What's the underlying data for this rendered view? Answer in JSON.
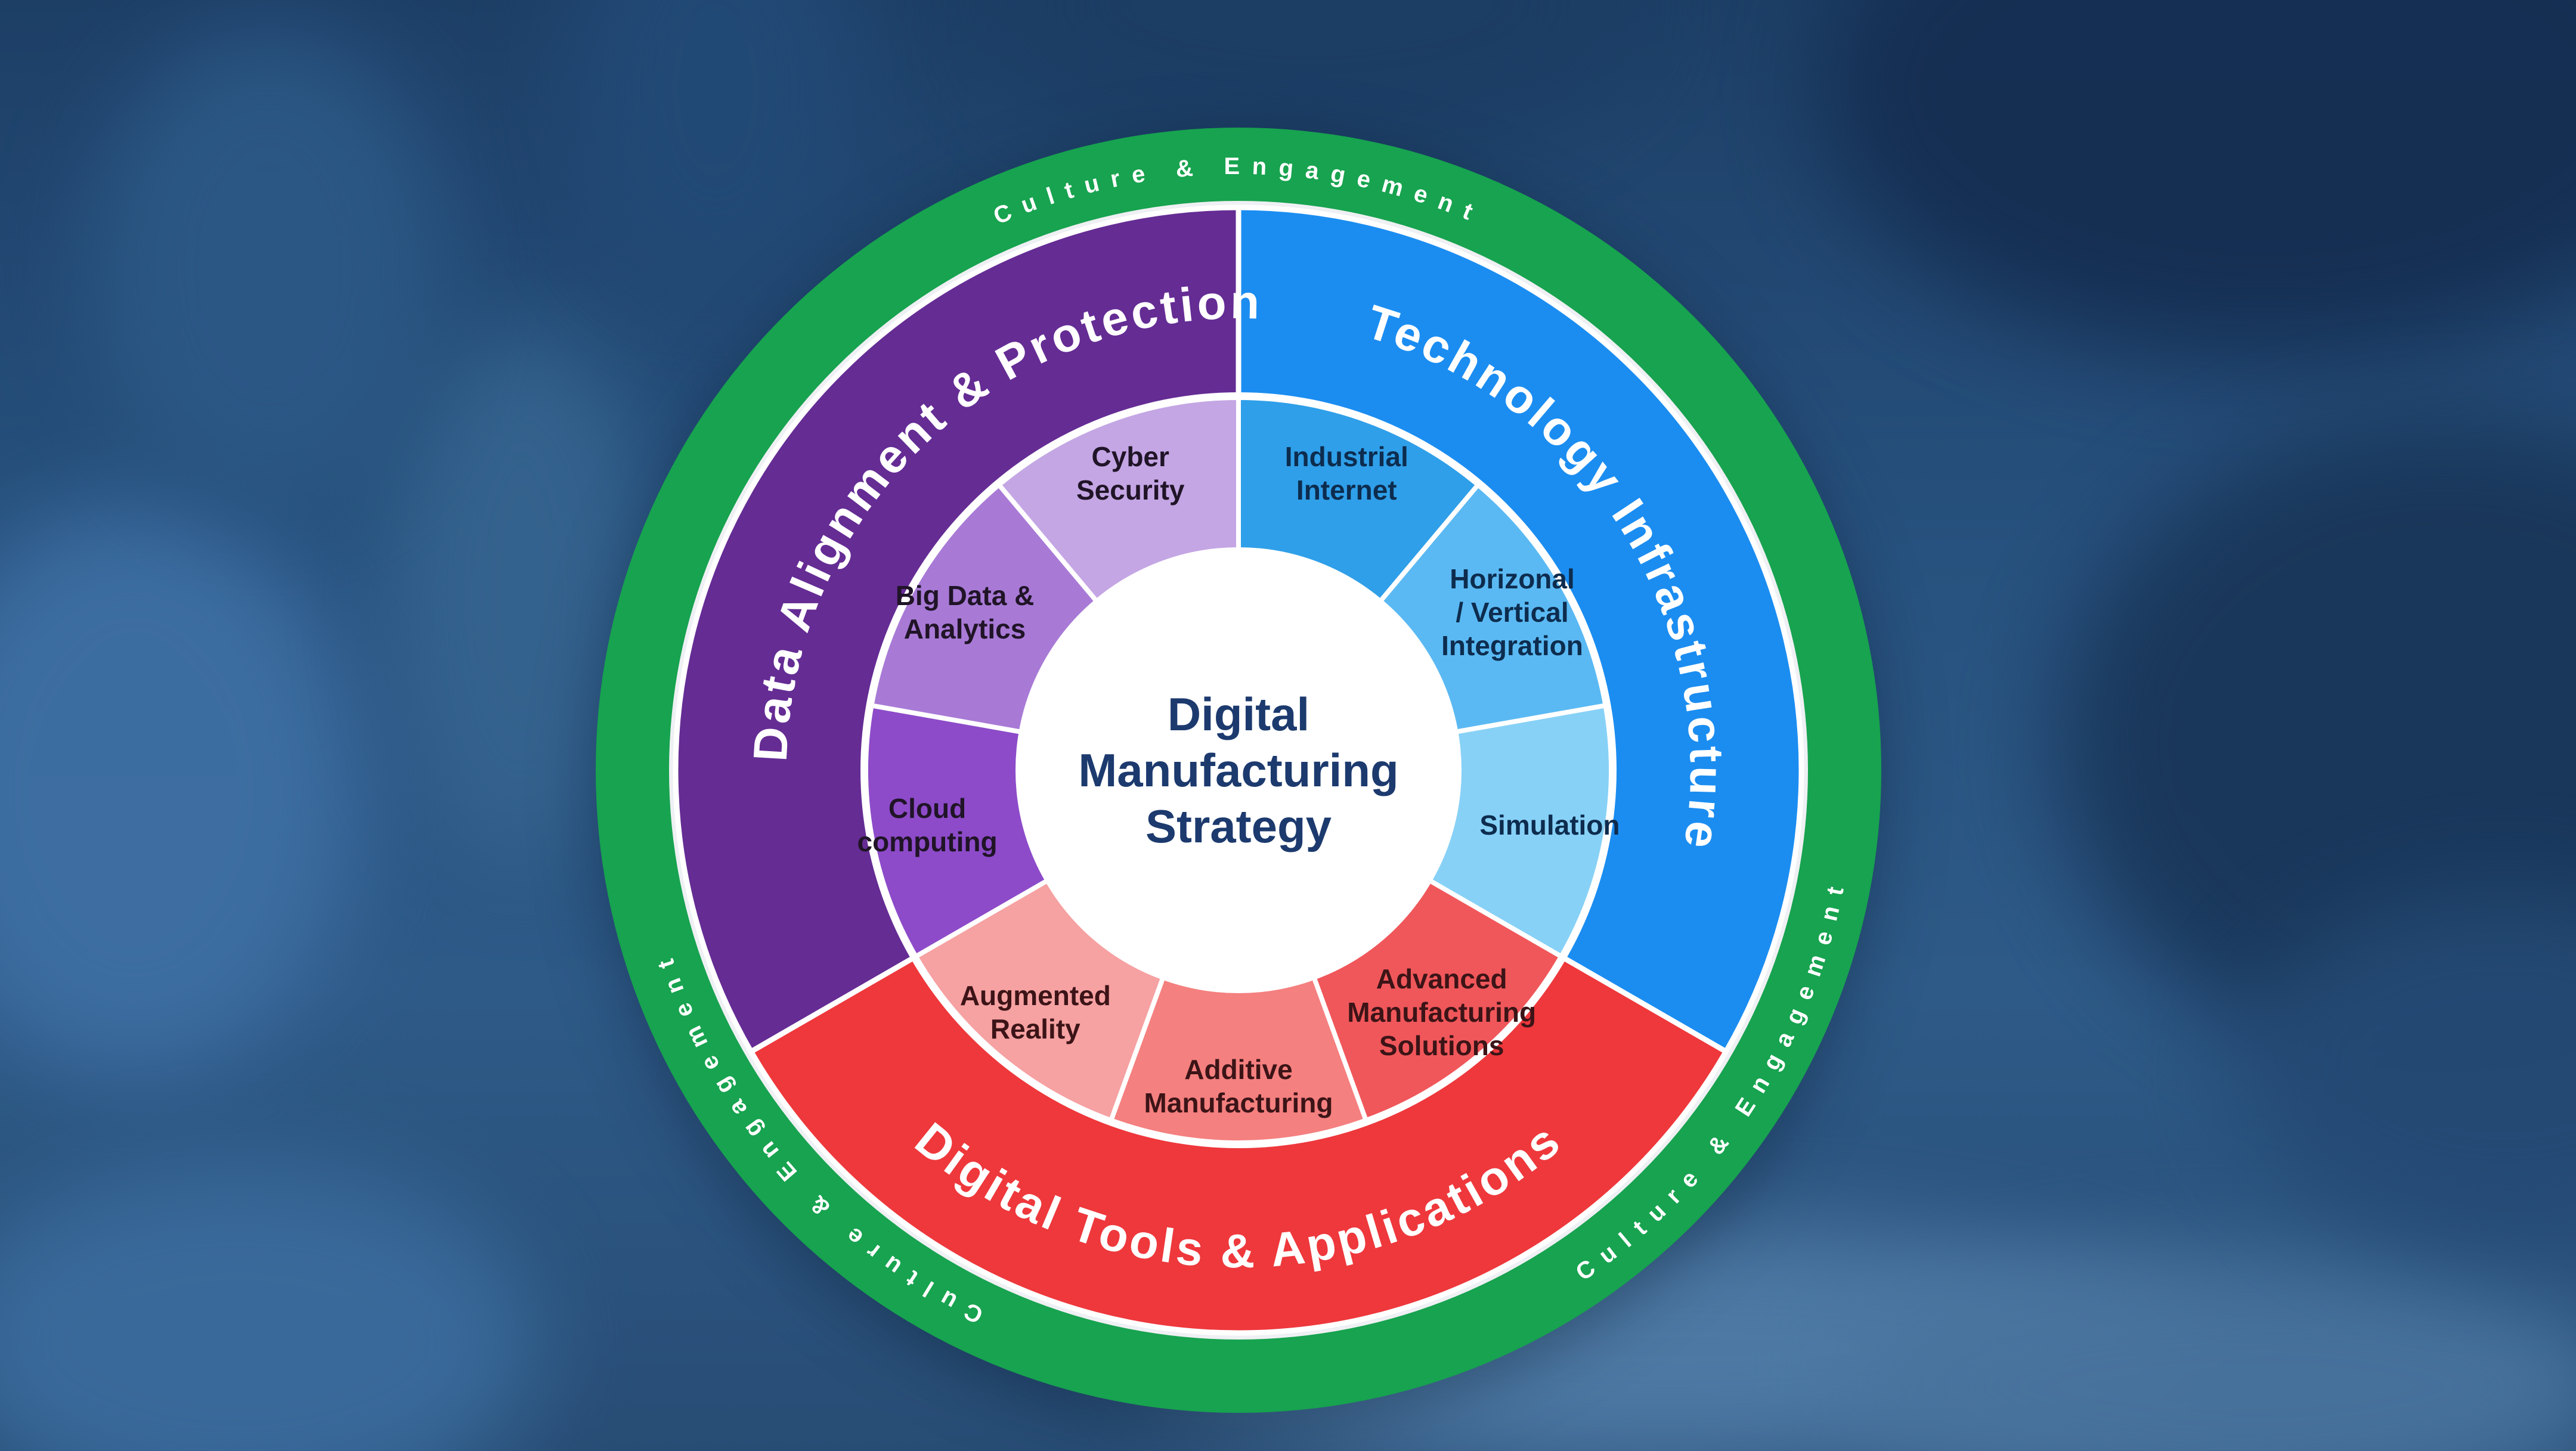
{
  "title": "Digital Manufacturing Strategy",
  "wheel": {
    "center_label": {
      "lines": [
        "Digital",
        "Manufacturing",
        "Strategy"
      ],
      "text_color": "#1c3a6e",
      "disc_color": "#ffffff"
    },
    "outer_ring": {
      "label": "Culture & Engagement",
      "ring_color": "#17a34f",
      "text_color": "#ffffff",
      "instances": [
        {
          "id": "culture-top",
          "center_angle": 0,
          "direction": "cw"
        },
        {
          "id": "culture-lower-right",
          "center_angle": 123,
          "direction": "ccw"
        },
        {
          "id": "culture-lower-left",
          "center_angle": 229,
          "direction": "cw"
        }
      ]
    },
    "sections": [
      {
        "id": "technology-infrastructure",
        "label": "Technology Infrastructure",
        "color": "#1b8df1",
        "start": 0,
        "end": 120,
        "label_angle": 58,
        "direction": "cw",
        "text_color": "#ffffff"
      },
      {
        "id": "digital-tools-applications",
        "label": "Digital Tools & Applications",
        "color": "#ee383c",
        "start": 120,
        "end": 240,
        "label_angle": 180,
        "direction": "ccw",
        "text_color": "#ffffff"
      },
      {
        "id": "data-alignment-protection",
        "label": "Data Alignment & Protection",
        "color": "#652c94",
        "start": 240,
        "end": 360,
        "label_angle": 317,
        "direction": "cw",
        "text_color": "#ffffff"
      }
    ],
    "segments": [
      {
        "id": "industrial-internet",
        "lines": [
          "Industrial",
          "Internet"
        ],
        "color": "#2f9fe9",
        "start": 0,
        "end": 40,
        "text_color": "#0d2c4e"
      },
      {
        "id": "horizonal-vertical-integration",
        "lines": [
          "Horizonal",
          "/ Vertical",
          "Integration"
        ],
        "color": "#5ab9f3",
        "start": 40,
        "end": 80,
        "text_color": "#0d2c4e"
      },
      {
        "id": "simulation",
        "lines": [
          "Simulation"
        ],
        "color": "#87d1f7",
        "start": 80,
        "end": 120,
        "text_color": "#0d2c4e"
      },
      {
        "id": "advanced-manufacturing-solutions",
        "lines": [
          "Advanced",
          "Manufacturing",
          "Solutions"
        ],
        "color": "#f0575a",
        "start": 120,
        "end": 160,
        "text_color": "#3c1417"
      },
      {
        "id": "additive-manufacturing",
        "lines": [
          "Additive",
          "Manufacturing"
        ],
        "color": "#f4807f",
        "start": 160,
        "end": 200,
        "text_color": "#3c1417"
      },
      {
        "id": "augmented-reality",
        "lines": [
          "Augmented",
          "Reality"
        ],
        "color": "#f6a1a2",
        "start": 200,
        "end": 240,
        "text_color": "#3c1417"
      },
      {
        "id": "cloud-computing",
        "lines": [
          "Cloud",
          "computing"
        ],
        "color": "#8d4bc9",
        "start": 240,
        "end": 280,
        "text_color": "#201427"
      },
      {
        "id": "big-data-analytics",
        "lines": [
          "Big Data &",
          "Analytics"
        ],
        "color": "#a87ad6",
        "start": 280,
        "end": 320,
        "text_color": "#201427"
      },
      {
        "id": "cyber-security",
        "lines": [
          "Cyber",
          "Security"
        ],
        "color": "#c4a6e4",
        "start": 320,
        "end": 360,
        "text_color": "#201427"
      }
    ],
    "gap_color": "#eef0f3",
    "divider_color": "#ffffff"
  }
}
